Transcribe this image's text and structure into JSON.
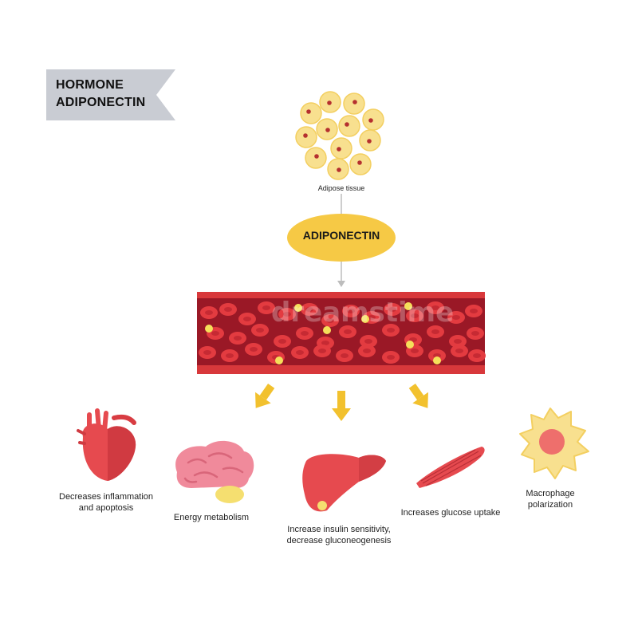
{
  "title": {
    "line1": "HORMONE",
    "line2": "ADIPONECTIN"
  },
  "source": {
    "label": "Adipose tissue"
  },
  "hormone": {
    "label": "ADIPONECTIN"
  },
  "watermark": "dreamstime",
  "effects": [
    {
      "organ": "heart-icon",
      "line1": "Decreases inflammation",
      "line2": "and apoptosis"
    },
    {
      "organ": "brain-icon",
      "line1": "Energy metabolism",
      "line2": ""
    },
    {
      "organ": "liver-icon",
      "line1": "Increase insulin sensitivity,",
      "line2": "decrease gluconeogenesis"
    },
    {
      "organ": "muscle-icon",
      "line1": "Increases glucose uptake",
      "line2": ""
    },
    {
      "organ": "macrophage-icon",
      "line1": "Macrophage",
      "line2": "polarization"
    }
  ],
  "colors": {
    "fat_cell": "#f8e08f",
    "ellipse": "#f6c945",
    "vessel_wall": "#d8383b",
    "vessel_inner": "#9a1826",
    "rbc": "#e33b40",
    "arrow": "#f2c12e",
    "organ_red": "#e64a4f",
    "brain_pink": "#f08a9b"
  }
}
